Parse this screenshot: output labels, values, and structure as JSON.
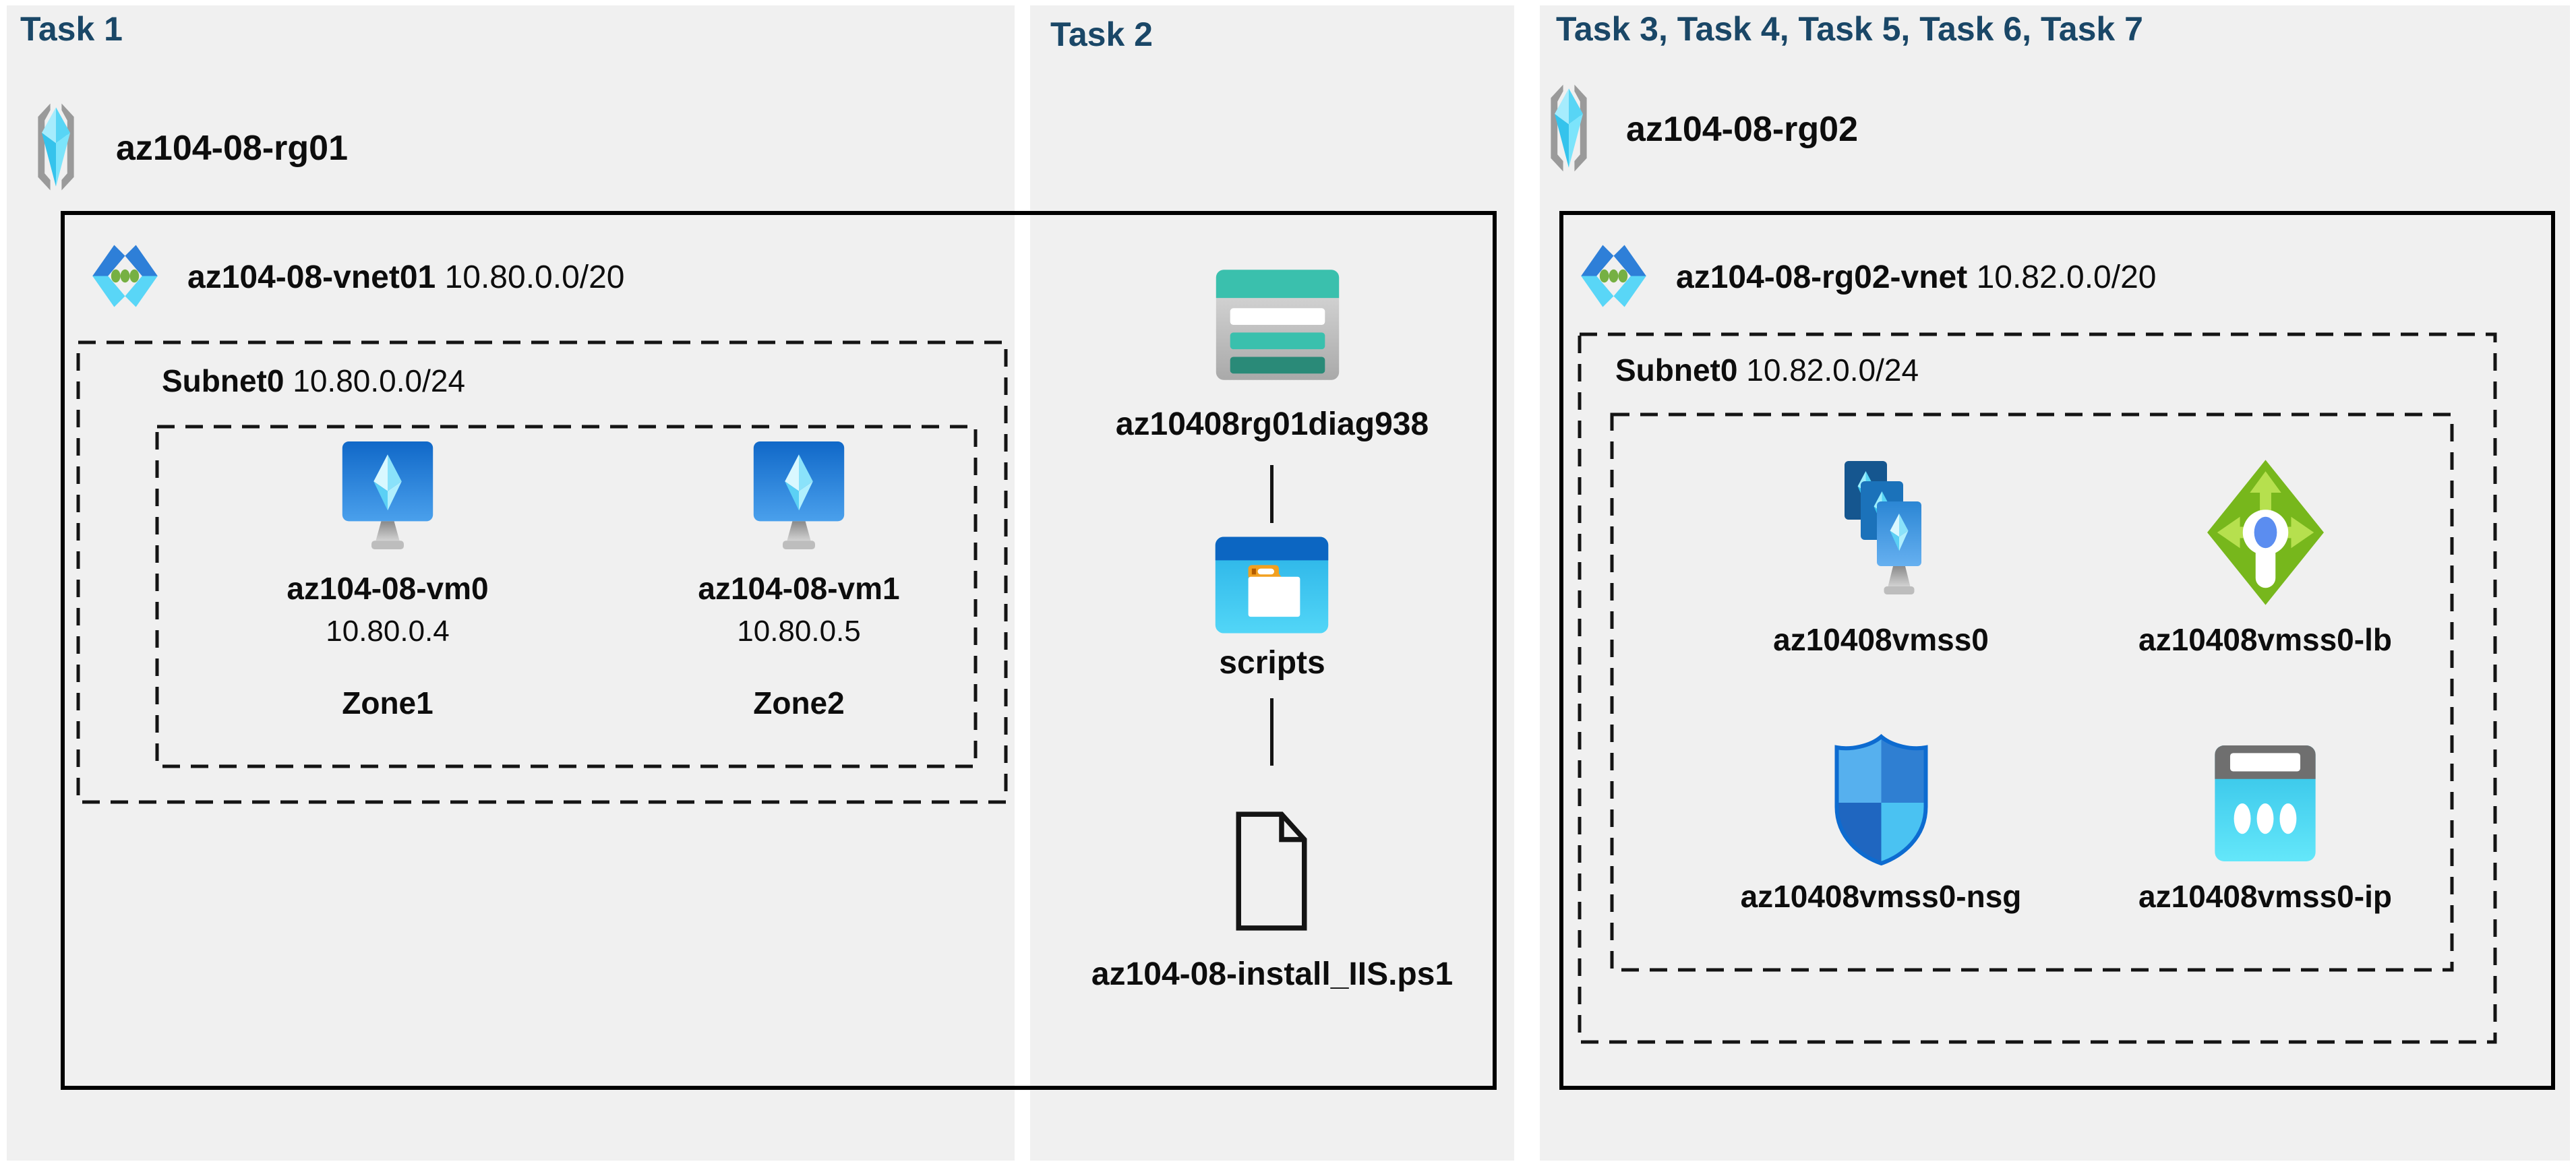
{
  "task1": {
    "title": "Task 1",
    "resource_group": {
      "icon": "resource-group-icon",
      "name": "az104-08-rg01"
    },
    "vnet": {
      "icon": "virtual-network-icon",
      "name": "az104-08-vnet01",
      "cidr": "10.80.0.0/20"
    },
    "subnet": {
      "name": "Subnet0",
      "cidr": "10.80.0.0/24"
    },
    "vms": [
      {
        "icon": "virtual-machine-icon",
        "name": "az104-08-vm0",
        "ip": "10.80.0.4",
        "zone": "Zone1"
      },
      {
        "icon": "virtual-machine-icon",
        "name": "az104-08-vm1",
        "ip": "10.80.0.5",
        "zone": "Zone2"
      }
    ]
  },
  "task2": {
    "title": "Task 2",
    "storage_account": {
      "icon": "storage-account-icon",
      "name": "az10408rg01diag938"
    },
    "container": {
      "icon": "blob-container-folder-icon",
      "name": "scripts"
    },
    "script_file": {
      "icon": "file-document-icon",
      "name": "az104-08-install_IIS.ps1"
    }
  },
  "task3": {
    "title": "Task 3, Task 4, Task 5, Task 6, Task 7",
    "resource_group": {
      "icon": "resource-group-icon",
      "name": "az104-08-rg02"
    },
    "vnet": {
      "icon": "virtual-network-icon",
      "name": "az104-08-rg02-vnet",
      "cidr": "10.82.0.0/20"
    },
    "subnet": {
      "name": "Subnet0",
      "cidr": "10.82.0.0/24"
    },
    "resources": [
      {
        "icon": "vm-scale-set-icon",
        "name": "az10408vmss0"
      },
      {
        "icon": "load-balancer-icon",
        "name": "az10408vmss0-lb"
      },
      {
        "icon": "network-security-group-icon",
        "name": "az10408vmss0-nsg"
      },
      {
        "icon": "public-ip-icon",
        "name": "az10408vmss0-ip"
      }
    ]
  },
  "colors": {
    "background": "#ffffff",
    "panel_gray": "#f0f0f0",
    "title_navy": "#1a4767",
    "outline_black": "#141414",
    "azure_blue": "#1272cf",
    "crystal_cyan": "#58d5f5",
    "vnet_green_dot": "#76b043",
    "storage_teal": "#3ac0ad",
    "storage_teal_dark": "#2a8a78",
    "folder_orange": "#f2a020",
    "lb_green": "#77b71c",
    "ip_cyan": "#35c4e9"
  }
}
